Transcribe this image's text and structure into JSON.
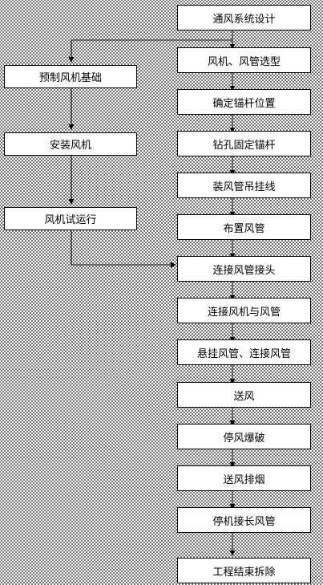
{
  "main_steps": [
    "通风系统设计",
    "风机、风管选型",
    "确定锚杆位置",
    "钻孔固定锚杆",
    "装风管吊挂线",
    "布置风管",
    "连接风管接头",
    "连接风机与风管",
    "悬挂风管、连接风管",
    "送风",
    "停风爆破",
    "送风排烟",
    "停机接长风管",
    "工程结束拆除"
  ],
  "side_steps": [
    "预制风机基础",
    "安装风机",
    "风机试运行"
  ]
}
